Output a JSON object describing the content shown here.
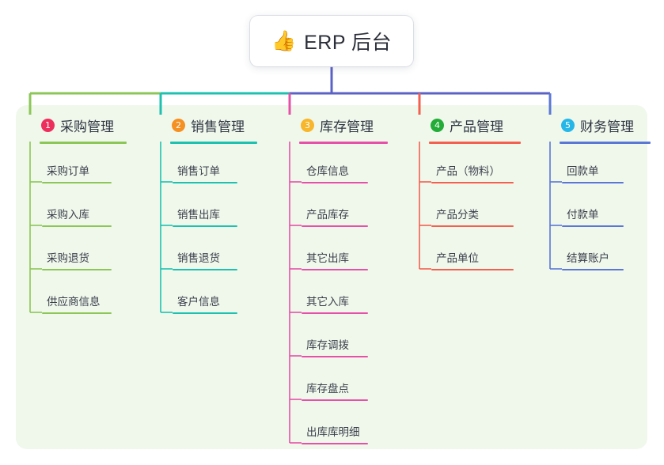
{
  "root": {
    "icon": "thumbs-up-emoji",
    "emoji": "👍",
    "title": "ERP 后台"
  },
  "theme": {
    "page_background": "#ffffff",
    "panel_background": "#f0f8ec",
    "root_card_background": "#ffffff",
    "trunk_color": "#5b62c6",
    "text_color": "#2f3542"
  },
  "branches": [
    {
      "number": "1",
      "label": "采购管理",
      "badge_color": "#ec2f5c",
      "line_color": "#8cc657",
      "items": [
        {
          "label": "采购订单"
        },
        {
          "label": "采购入库"
        },
        {
          "label": "采购退货"
        },
        {
          "label": "供应商信息"
        }
      ]
    },
    {
      "number": "2",
      "label": "销售管理",
      "badge_color": "#f59022",
      "line_color": "#1ec1b0",
      "items": [
        {
          "label": "销售订单"
        },
        {
          "label": "销售出库"
        },
        {
          "label": "销售退货"
        },
        {
          "label": "客户信息"
        }
      ]
    },
    {
      "number": "3",
      "label": "库存管理",
      "badge_color": "#f7b62b",
      "line_color": "#e650a8",
      "items": [
        {
          "label": "仓库信息"
        },
        {
          "label": "产品库存"
        },
        {
          "label": "其它出库"
        },
        {
          "label": "其它入库"
        },
        {
          "label": "库存调拨"
        },
        {
          "label": "库存盘点"
        },
        {
          "label": "出库库明细"
        }
      ]
    },
    {
      "number": "4",
      "label": "产品管理",
      "badge_color": "#23ac38",
      "line_color": "#f4604f",
      "items": [
        {
          "label": "产品（物料）"
        },
        {
          "label": "产品分类"
        },
        {
          "label": "产品单位"
        }
      ]
    },
    {
      "number": "5",
      "label": "财务管理",
      "badge_color": "#25b7e8",
      "line_color": "#5b77d6",
      "items": [
        {
          "label": "回款单"
        },
        {
          "label": "付款单"
        },
        {
          "label": "结算账户"
        }
      ]
    }
  ]
}
